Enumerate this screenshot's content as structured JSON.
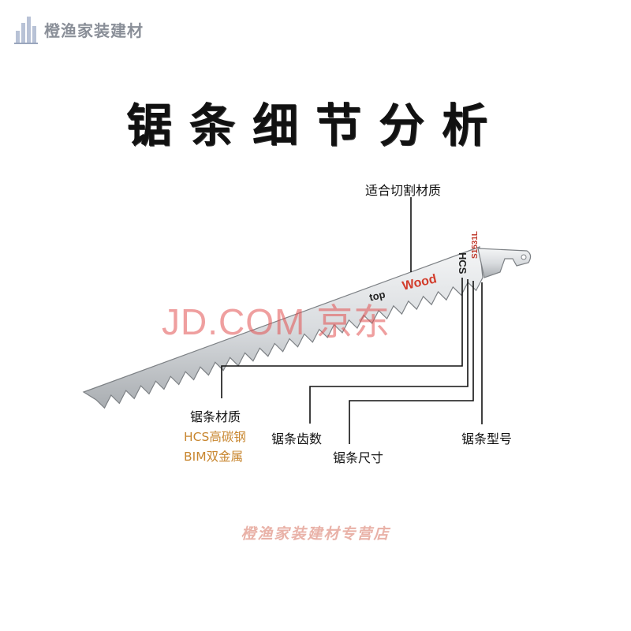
{
  "brand": {
    "name": "橙渔家装建材",
    "icon": "building-bars-icon"
  },
  "title": "锯条细节分析",
  "blade": {
    "logo_prefix": "top",
    "logo_main": "Wood",
    "code": "S1531L",
    "material_code": "HCS"
  },
  "labels": {
    "cutting_material": "适合切割材质",
    "blade_material": "锯条材质",
    "material_option_1": "HCS高碳钢",
    "material_option_2": "BIM双金属",
    "tooth_count": "锯条齿数",
    "blade_size": "锯条尺寸",
    "model_number": "锯条型号"
  },
  "watermark": "JD.COM 京东",
  "footer": "橙渔家装建材专营店",
  "colors": {
    "accent_orange": "#c8862f",
    "logo_red": "#d23b2a",
    "footer_pink": "#e9b2a8"
  }
}
